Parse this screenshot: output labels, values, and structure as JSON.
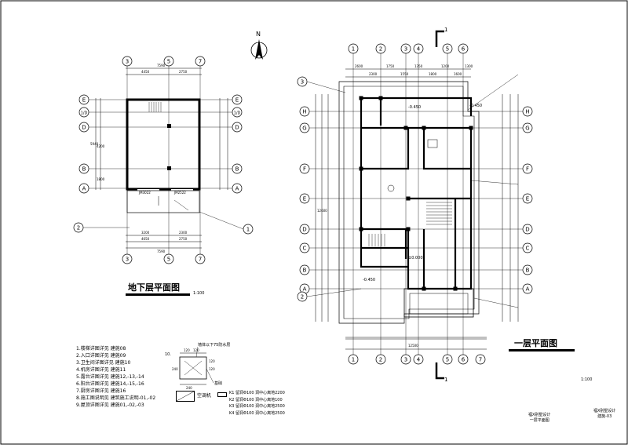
{
  "drawing": {
    "north_label": "N",
    "section_mark": "1",
    "basement": {
      "title": "地下层平面图",
      "scale": "1:100",
      "top_axes": [
        "3",
        "5",
        "7"
      ],
      "bottom_axes": [
        "3",
        "5",
        "7"
      ],
      "row_axes": [
        "E",
        "1/D",
        "D",
        "B",
        "A"
      ],
      "dims_top": [
        "4450",
        "2750",
        "7590"
      ],
      "dims_bottom": [
        "3200",
        "2300",
        "4650",
        "2750",
        "7590"
      ],
      "door_labels": [
        "JM3022",
        "JM2522"
      ],
      "row_dims": [
        "4200",
        "1800",
        "5940"
      ]
    },
    "ground": {
      "title": "一层平面图",
      "scale": "1:100",
      "top_axes": [
        "1",
        "2",
        "3",
        "4",
        "5",
        "6"
      ],
      "bottom_axes": [
        "1",
        "2",
        "3",
        "4",
        "5",
        "6",
        "7"
      ],
      "row_axes": [
        "H",
        "G",
        "F",
        "E",
        "D",
        "C",
        "B",
        "A"
      ],
      "dims_top": [
        "2600",
        "2300",
        "1750",
        "1550",
        "1350",
        "1800",
        "1200",
        "1600",
        "1300"
      ],
      "levels": [
        "-0.450",
        "-0.450",
        "±0.000",
        "-0.450"
      ],
      "total_width": "12500",
      "total_height": "12600"
    },
    "notes": [
      "1.楼梯详图详见  建施08",
      "2.入口详图详见  建施09",
      "3.卫生间详图详见  建施10",
      "4.机房详图详见  建施11",
      "5.露台详图详见  建施12,-13,-14",
      "6.阳台详图详见  建施14,-15,-16",
      "7.厨房详图详见  建施16",
      "8.施工图说明见  建筑施工说明-01,-02",
      "9.屋顶详图详见  建施01,-02,-03"
    ],
    "detail": {
      "label": "10.",
      "dims": [
        "120",
        "120",
        "240",
        "240",
        "120",
        "120"
      ],
      "callout": "墙体以下75防水层",
      "base_label": "基础"
    },
    "legend": {
      "ac_label": "空调机",
      "holes": [
        "K1 留洞Φ100 洞中心离地2200",
        "K2 留洞Φ100 洞中心离地100",
        "K3 留洞Φ100 洞中心离地2500",
        "K4 留洞Φ100 洞中心离地2500"
      ]
    },
    "title_block": {
      "project_1": "福X别墅设计",
      "sheet_name": "一层平面图",
      "project_2": "福X别墅设计",
      "sheet_no": "建施-03"
    }
  }
}
